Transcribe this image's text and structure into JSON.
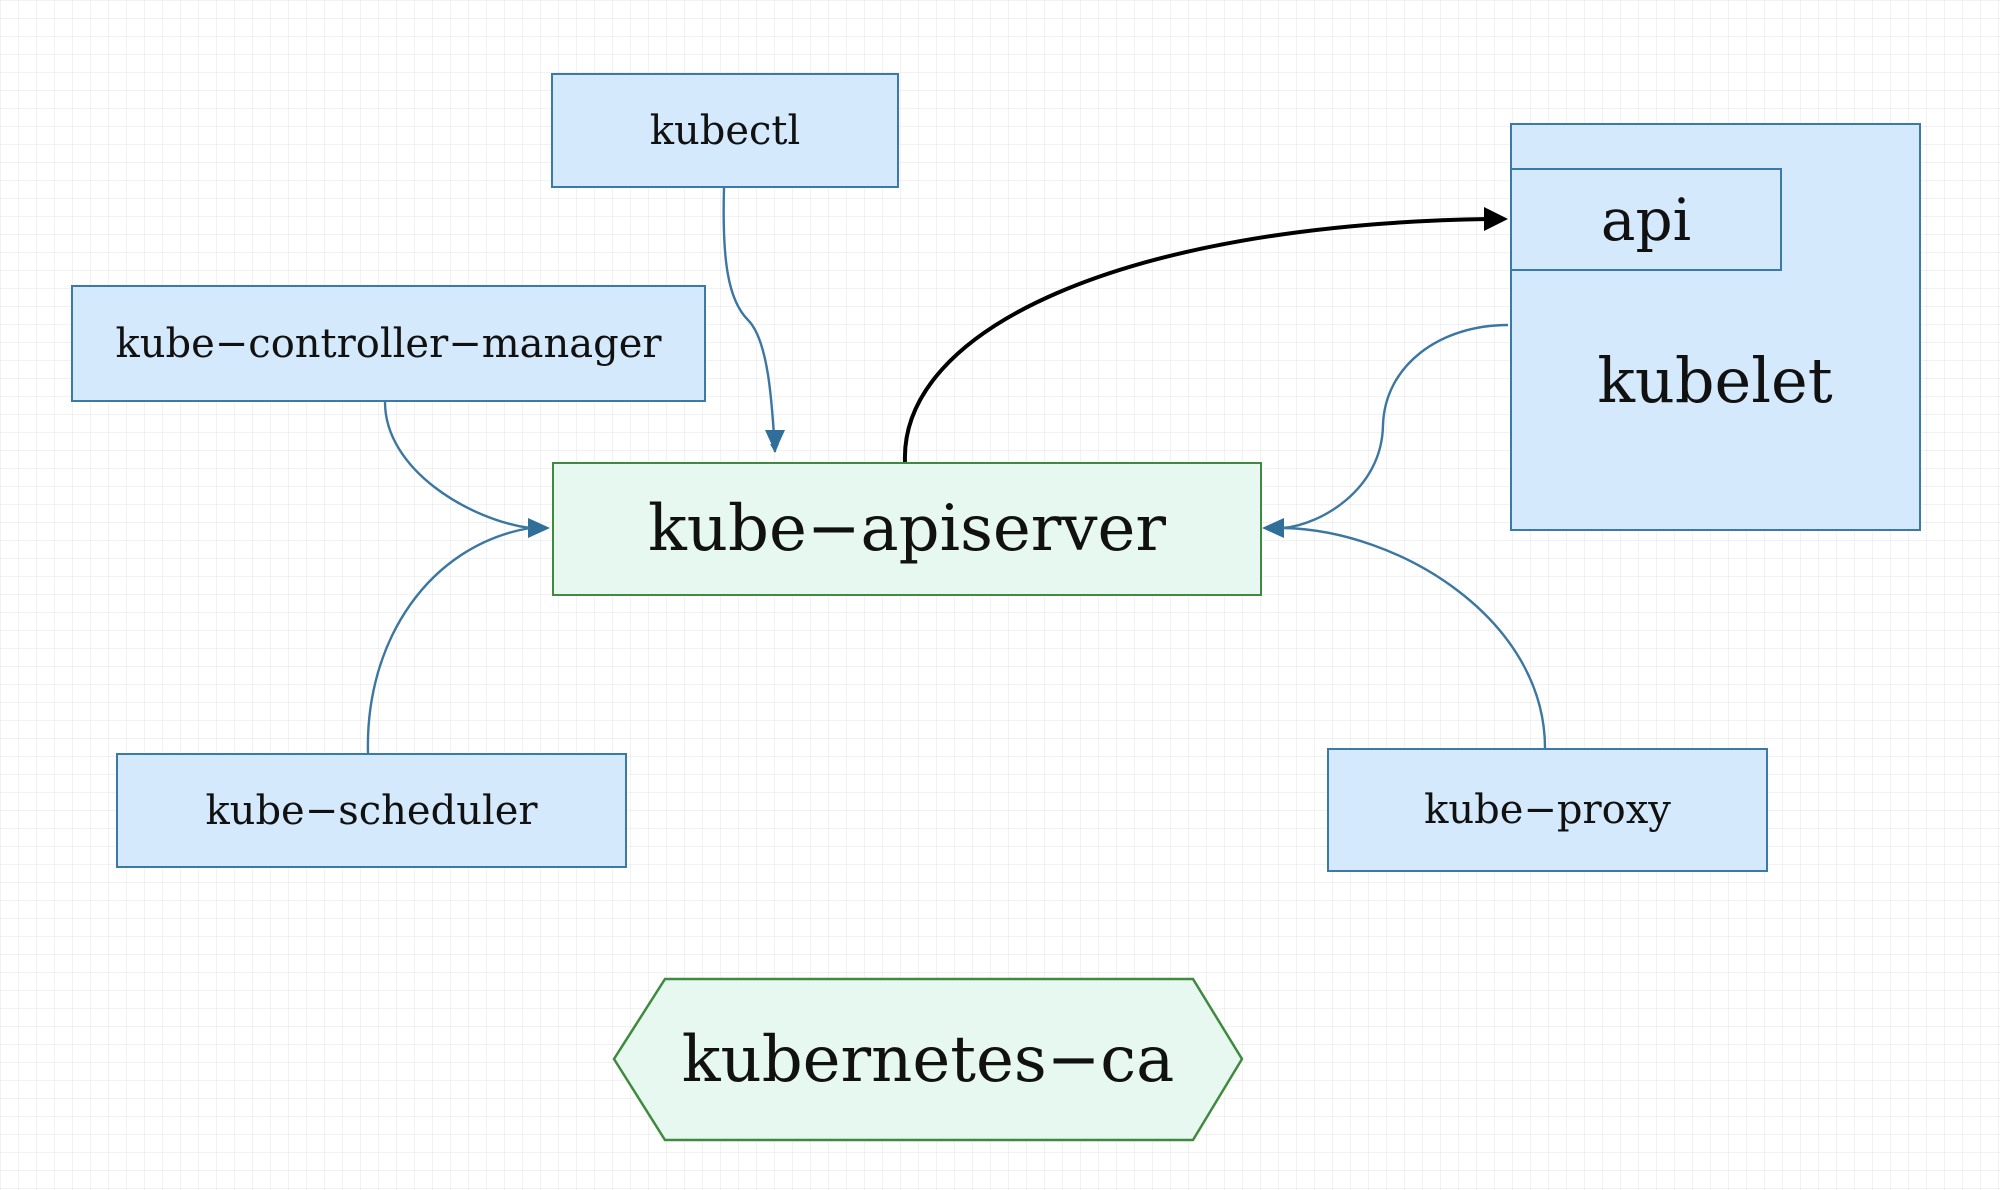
{
  "nodes": {
    "kubectl": "kubectl",
    "kube_controller_manager": "kube−controller−manager",
    "kube_apiserver": "kube−apiserver",
    "kube_scheduler": "kube−scheduler",
    "kube_proxy": "kube−proxy",
    "kubelet": "kubelet",
    "api": "api",
    "kubernetes_ca": "kubernetes−ca"
  },
  "edges": [
    {
      "from": "kubectl",
      "to": "kube−apiserver"
    },
    {
      "from": "kube−controller−manager",
      "to": "kube−apiserver"
    },
    {
      "from": "kube−scheduler",
      "to": "kube−apiserver"
    },
    {
      "from": "kubelet",
      "to": "kube−apiserver"
    },
    {
      "from": "kube−proxy",
      "to": "kube−apiserver"
    },
    {
      "from": "kube−apiserver",
      "to": "api"
    }
  ],
  "colors": {
    "blue_fill": "#d4e9fb",
    "blue_border": "#3b7aa6",
    "green_fill": "#e6f8ef",
    "green_border": "#3f8a3f",
    "edge": "#3b77a0",
    "emphasis_edge": "#000000"
  }
}
